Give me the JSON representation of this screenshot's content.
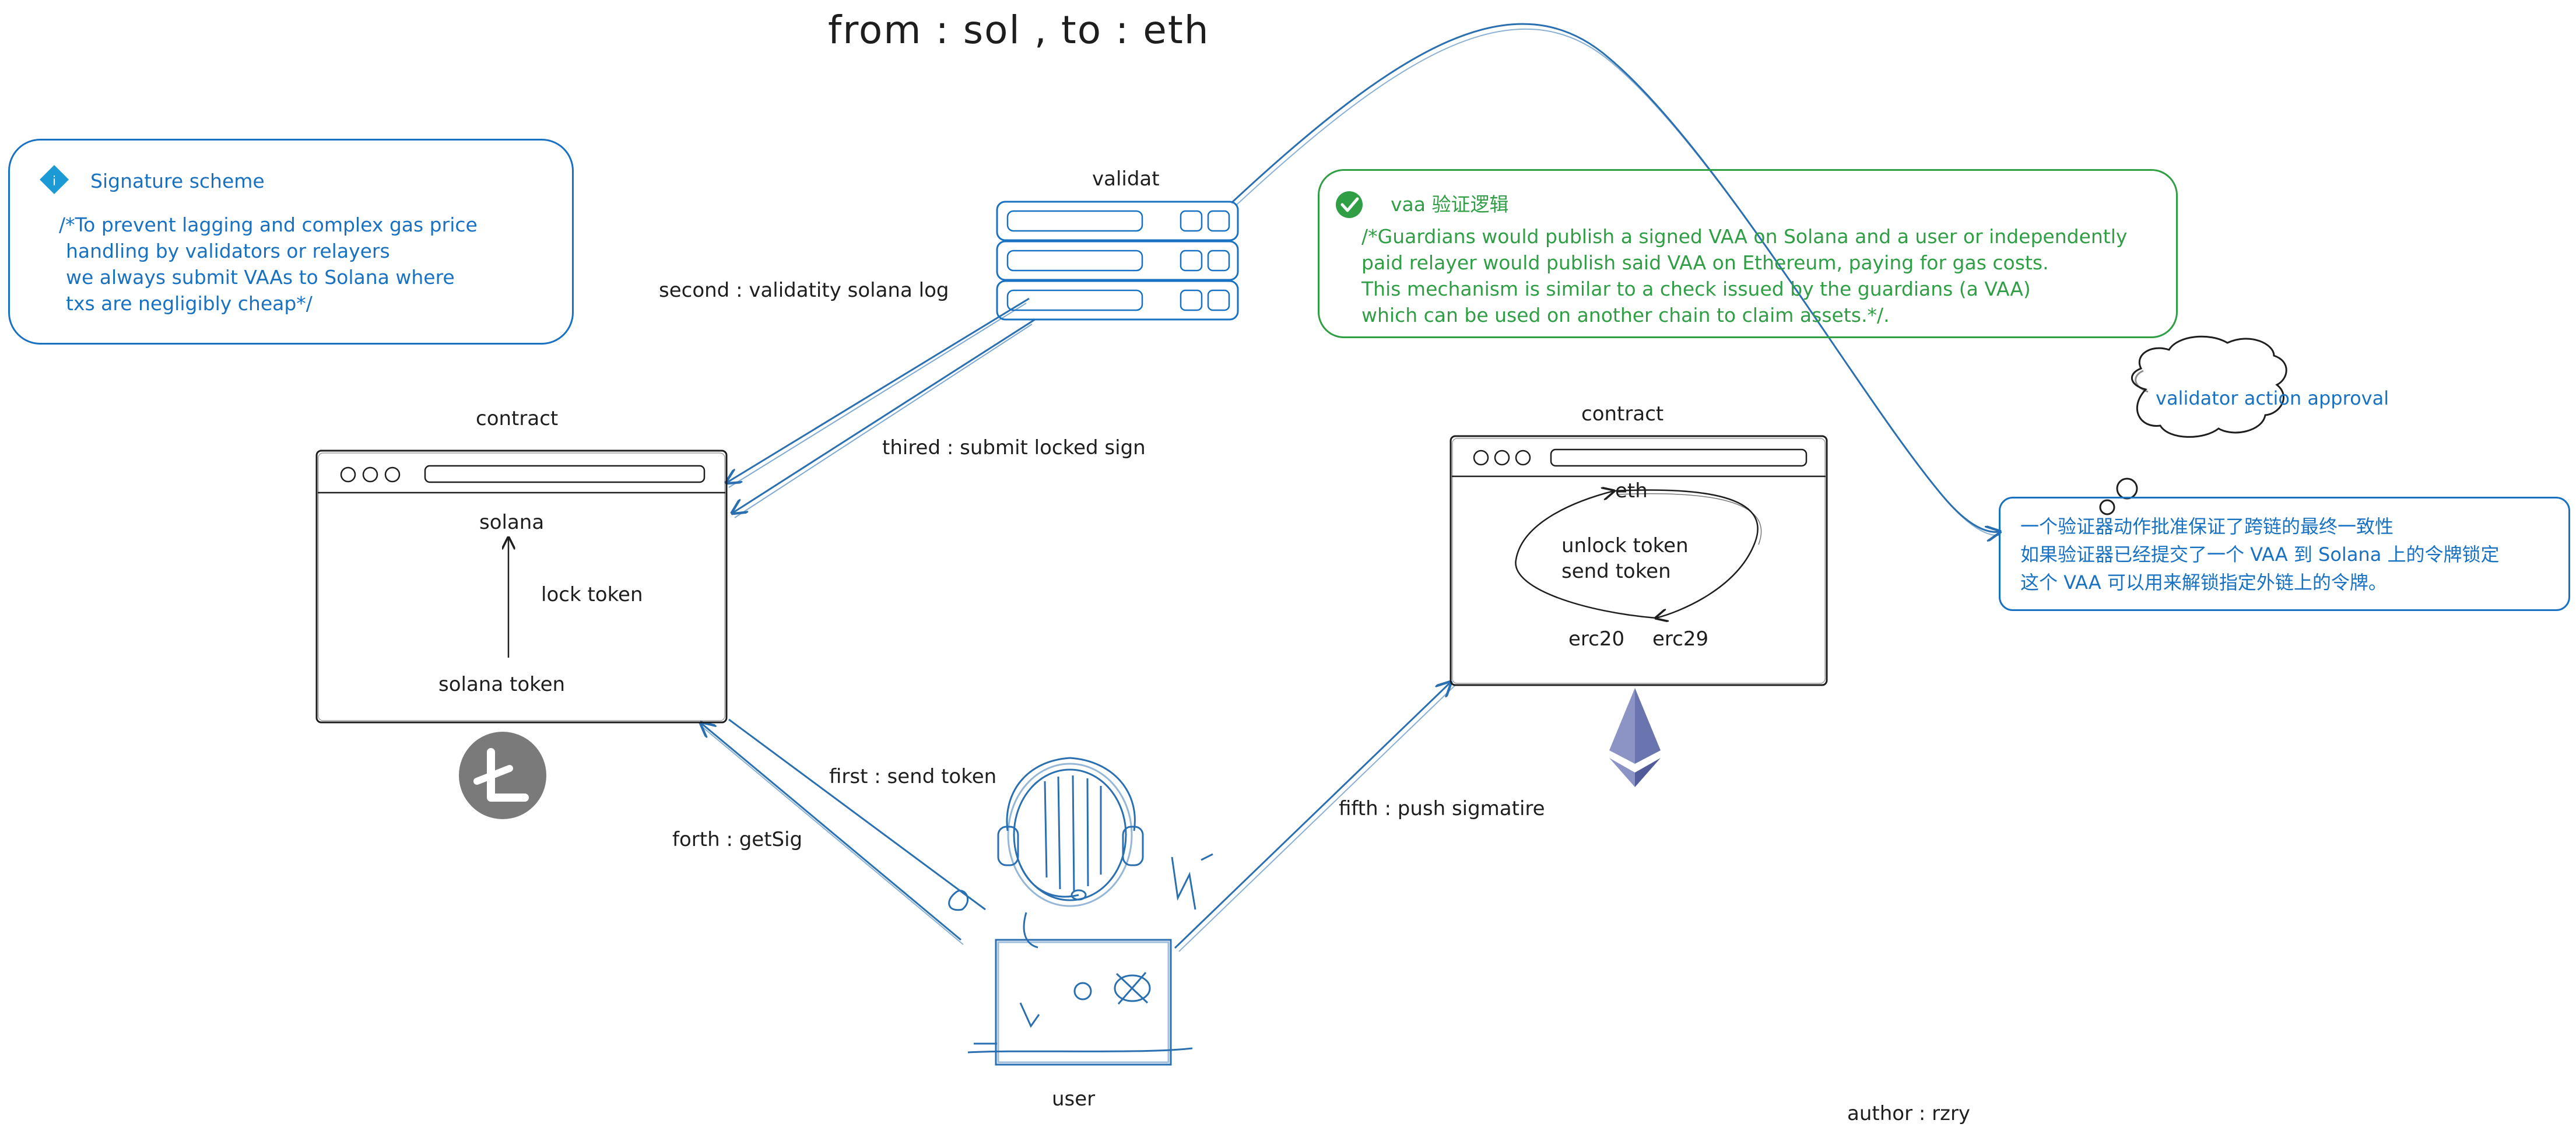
{
  "title": "from : sol   , to : eth",
  "author": "author : rzry",
  "signature_note": {
    "heading": "Signature scheme",
    "body": [
      "/*To prevent lagging and complex gas price",
      "handling by validators or relayers",
      "we always submit VAAs to Solana where",
      "txs are negligibly cheap*/"
    ],
    "icon": "info-diamond-icon",
    "color": "#1971c2"
  },
  "vaa_note": {
    "heading": "vaa   验证逻辑",
    "body": [
      "/*Guardians would publish a signed VAA on Solana and a user or independently",
      "paid relayer would publish said VAA on Ethereum, paying for gas costs.",
      "This mechanism is similar to a check issued by the guardians (a VAA)",
      "which can be used on another chain to claim assets.*/."
    ],
    "icon": "check-circle-icon",
    "color": "#2f9e44"
  },
  "validator": {
    "label": "validat",
    "rows": 3
  },
  "solana_contract": {
    "label": "contract",
    "top": "solana",
    "action": "lock token",
    "bottom": "solana token",
    "logo": "litecoin-style-coin-icon",
    "logo_letter": "Ł"
  },
  "eth_contract": {
    "label": "contract",
    "top": "eth",
    "actions": [
      "unlock token",
      "send token"
    ],
    "tokens": [
      "erc20",
      "erc29"
    ],
    "logo": "ethereum-diamond-icon"
  },
  "user": {
    "label": "user"
  },
  "steps": {
    "first": "first : send token",
    "second": "second : validatity solana log",
    "third": "thired : submit locked sign",
    "forth": "forth : getSig",
    "fifth": "fifth : push sigmatire"
  },
  "thought_bubble": [
    "validator",
    "action",
    "approval"
  ],
  "consistency_note": [
    "一个验证器动作批准保证了跨链的最终一致性",
    "如果验证器已经提交了一个 VAA 到 Solana 上的令牌锁定",
    "这个 VAA 可以用来解锁指定外链上的令牌。"
  ],
  "colors": {
    "ink": "#1e1e1e",
    "blue": "#1971c2",
    "green": "#2f9e44",
    "edge_blue": "#2a6fb0",
    "eth_purple": "#6a75b0"
  }
}
